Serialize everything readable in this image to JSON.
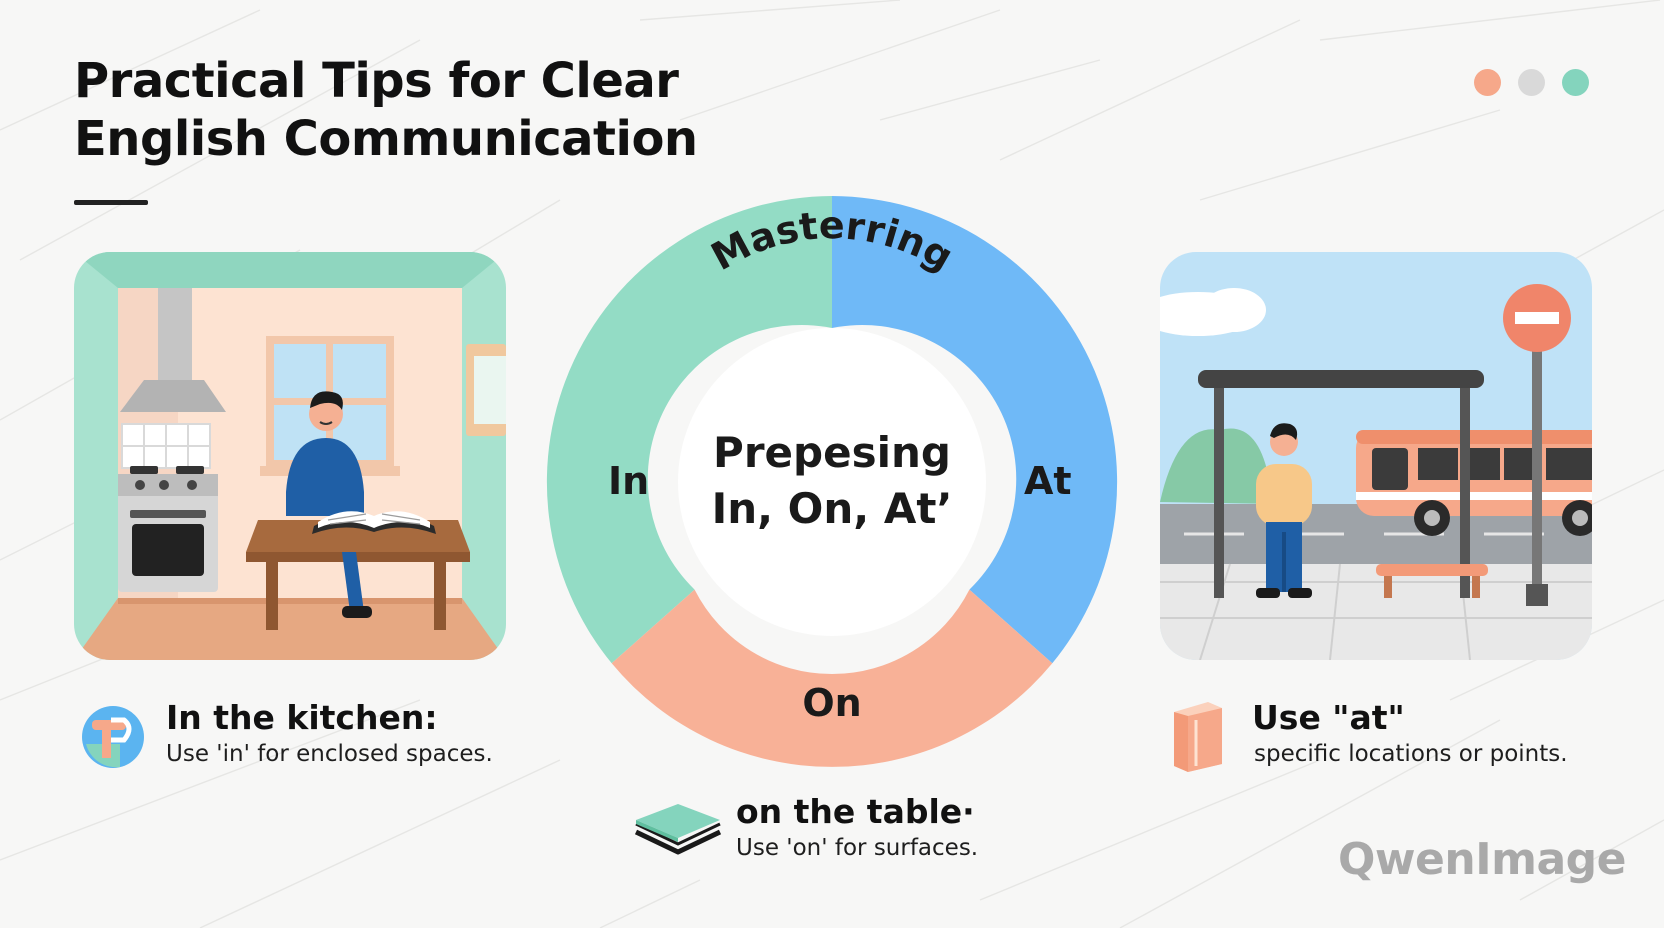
{
  "title": {
    "line1": "Practical Tips for Clear",
    "line2": "English Communication"
  },
  "window_dots": [
    {
      "name": "coral-dot",
      "color": "#f6a88a"
    },
    {
      "name": "gray-dot",
      "color": "#d9d9d9"
    },
    {
      "name": "mint-dot",
      "color": "#84d4bd"
    }
  ],
  "ring": {
    "top_label": "Masterring",
    "center_line1": "Prepesing",
    "center_line2": "In, On, At’",
    "segments": [
      {
        "label": "In",
        "color": "#93dcc5"
      },
      {
        "label": "At",
        "color": "#6fb9f7"
      },
      {
        "label": "On",
        "color": "#f8b197"
      }
    ]
  },
  "captions": {
    "kitchen": {
      "heading": "In the kitchen:",
      "text": "Use 'in' for enclosed spaces.",
      "icon": "location-sign-icon"
    },
    "table": {
      "heading": "on the table·",
      "text": "Use 'on' for surfaces.",
      "icon": "stacked-surface-icon"
    },
    "at": {
      "heading": "Use \"at\"",
      "text": "specific locations or points.",
      "icon": "book-icon"
    }
  },
  "illustrations": {
    "kitchen": "kitchen-scene",
    "bus_stop": "bus-stop-scene"
  },
  "watermark": "QwenImage"
}
